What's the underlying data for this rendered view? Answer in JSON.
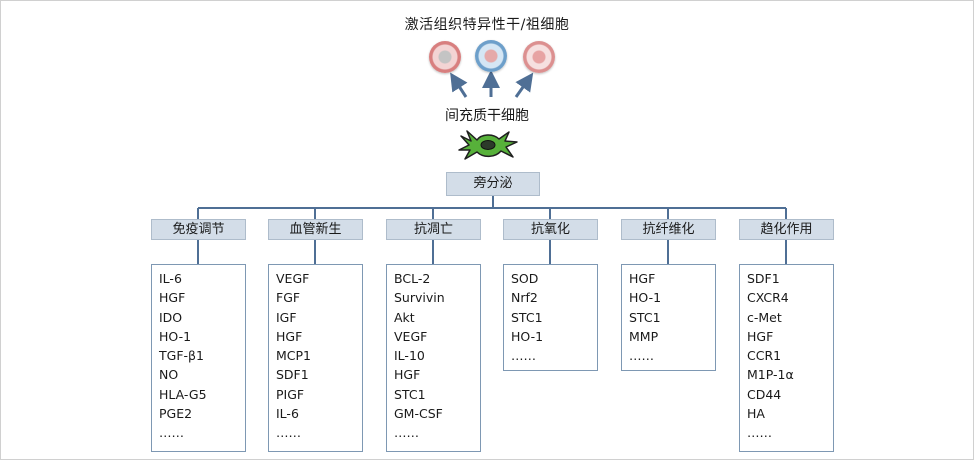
{
  "top_title": "激活组织特异性干/祖细胞",
  "msc_label": "间充质干细胞",
  "paracrine": "旁分泌",
  "categories": [
    {
      "label": "免疫调节",
      "items": [
        "IL-6",
        "HGF",
        "IDO",
        "HO-1",
        "TGF-β1",
        "NO",
        "HLA-G5",
        "PGE2",
        "……"
      ]
    },
    {
      "label": "血管新生",
      "items": [
        "VEGF",
        "FGF",
        "IGF",
        "HGF",
        "MCP1",
        "SDF1",
        "PIGF",
        "IL-6",
        "……"
      ]
    },
    {
      "label": "抗凋亡",
      "items": [
        "BCL-2",
        "Survivin",
        "Akt",
        "VEGF",
        "IL-10",
        "HGF",
        "STC1",
        "GM-CSF",
        "……"
      ]
    },
    {
      "label": "抗氧化",
      "items": [
        "SOD",
        "Nrf2",
        "STC1",
        "HO-1",
        "……"
      ]
    },
    {
      "label": "抗纤维化",
      "items": [
        "HGF",
        "HO-1",
        "STC1",
        "MMP",
        "……"
      ]
    },
    {
      "label": "趋化作用",
      "items": [
        "SDF1",
        "CXCR4",
        "c-Met",
        "HGF",
        "CCR1",
        "M1P-1α",
        "CD44",
        "HA",
        "……"
      ]
    }
  ],
  "colors": {
    "box_fill": "#d3dde8",
    "connector": "#4f6f95",
    "arrow": "#4f6f95",
    "list_border": "#7e98b3"
  }
}
